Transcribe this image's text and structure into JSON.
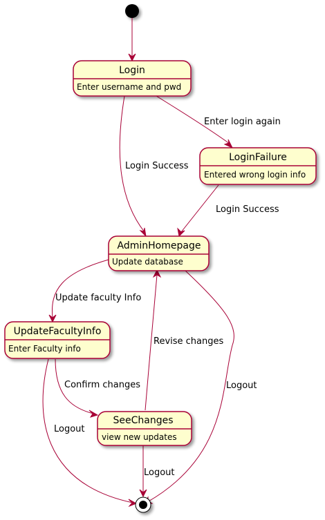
{
  "diagram": {
    "type": "state-diagram",
    "states": [
      {
        "id": "login",
        "title": "Login",
        "description": "Enter username and pwd"
      },
      {
        "id": "login-failure",
        "title": "LoginFailure",
        "description": "Entered wrong login info"
      },
      {
        "id": "admin-homepage",
        "title": "AdminHomepage",
        "description": "Update database"
      },
      {
        "id": "update-faculty-info",
        "title": "UpdateFacultyInfo",
        "description": "Enter Faculty info"
      },
      {
        "id": "see-changes",
        "title": "SeeChanges",
        "description": "view new updates"
      }
    ],
    "transitions": [
      {
        "from": "start",
        "to": "login",
        "label": ""
      },
      {
        "from": "login",
        "to": "login-failure",
        "label": "Enter login again"
      },
      {
        "from": "login",
        "to": "admin-homepage",
        "label": "Login Success"
      },
      {
        "from": "login-failure",
        "to": "admin-homepage",
        "label": "Login Success"
      },
      {
        "from": "admin-homepage",
        "to": "update-faculty-info",
        "label": "Update faculty Info"
      },
      {
        "from": "admin-homepage",
        "to": "end",
        "label": "Logout"
      },
      {
        "from": "update-faculty-info",
        "to": "see-changes",
        "label": "Confirm changes"
      },
      {
        "from": "update-faculty-info",
        "to": "end",
        "label": "Logout"
      },
      {
        "from": "see-changes",
        "to": "admin-homepage",
        "label": "Revise changes"
      },
      {
        "from": "see-changes",
        "to": "end",
        "label": "Logout"
      }
    ],
    "colors": {
      "state_fill": "#FEFECE",
      "state_border": "#A80036",
      "edge": "#A80036",
      "node": "#000000"
    }
  }
}
